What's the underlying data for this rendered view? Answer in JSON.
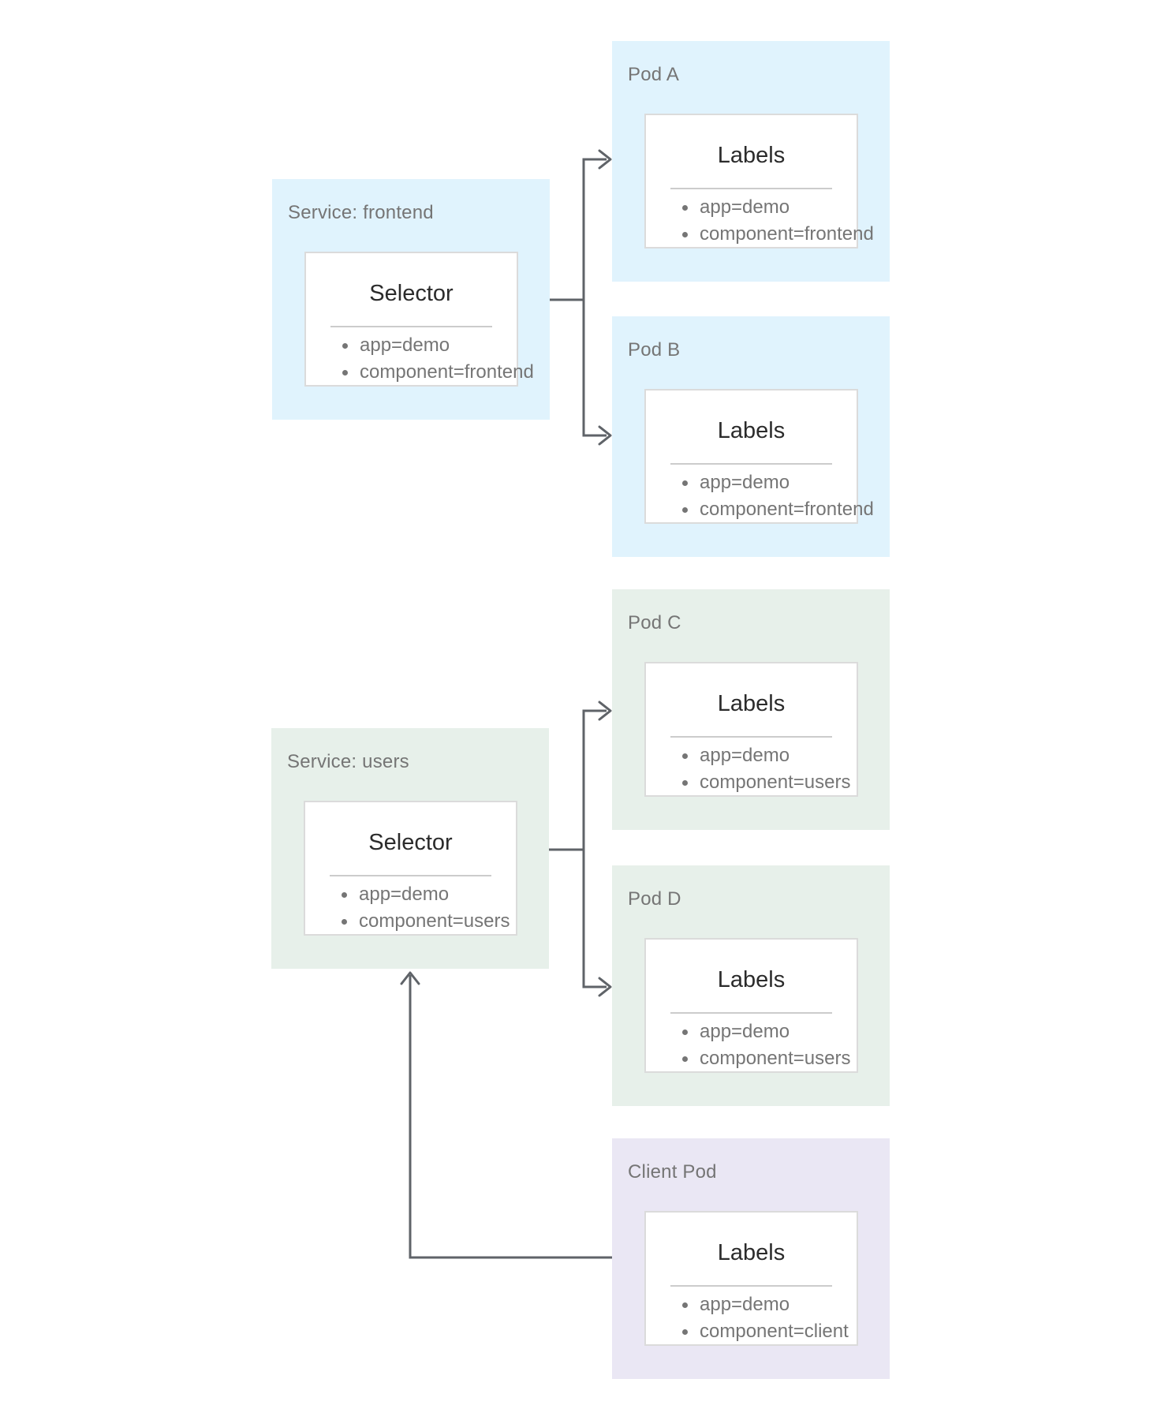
{
  "diagram": {
    "boxes": {
      "service_frontend": {
        "title": "Service: frontend",
        "heading": "Selector",
        "items": [
          "app=demo",
          "component=frontend"
        ]
      },
      "pod_a": {
        "title": "Pod A",
        "heading": "Labels",
        "items": [
          "app=demo",
          "component=frontend"
        ]
      },
      "pod_b": {
        "title": "Pod B",
        "heading": "Labels",
        "items": [
          "app=demo",
          "component=frontend"
        ]
      },
      "pod_c": {
        "title": "Pod C",
        "heading": "Labels",
        "items": [
          "app=demo",
          "component=users"
        ]
      },
      "pod_d": {
        "title": "Pod D",
        "heading": "Labels",
        "items": [
          "app=demo",
          "component=users"
        ]
      },
      "service_users": {
        "title": "Service: users",
        "heading": "Selector",
        "items": [
          "app=demo",
          "component=users"
        ]
      },
      "client_pod": {
        "title": "Client Pod",
        "heading": "Labels",
        "items": [
          "app=demo",
          "component=client"
        ]
      }
    },
    "colors": {
      "frontend_group_bg": "#e0f3fd",
      "users_group_bg": "#e7f0ea",
      "client_group_bg": "#eae7f4",
      "card_bg": "#ffffff",
      "card_border": "#dbdbdb",
      "divider": "#cccccc",
      "title_text": "#757575",
      "heading_text": "#2b2b2b",
      "bullet_text": "#757575",
      "arrow": "#5f6368"
    }
  }
}
